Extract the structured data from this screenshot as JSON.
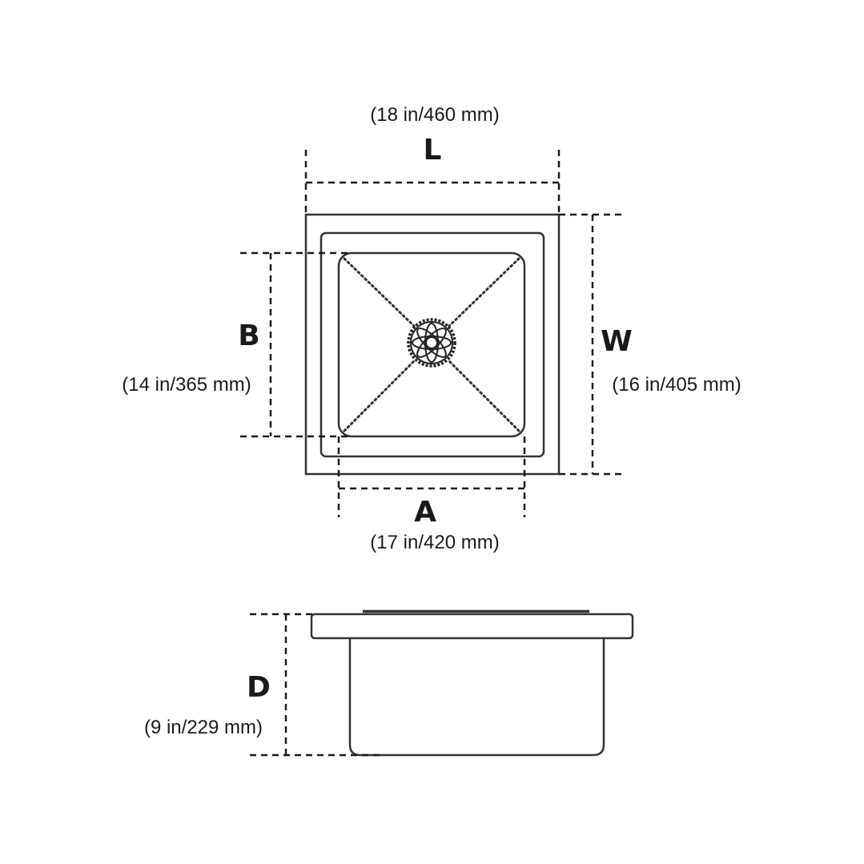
{
  "top_view": {
    "length": {
      "letter": "L",
      "value": "(18 in/460 mm)"
    },
    "width": {
      "letter": "W",
      "value": "(16 in/405 mm)"
    },
    "bowl_width": {
      "letter": "B",
      "value": "(14 in/365 mm)"
    },
    "bowl_length": {
      "letter": "A",
      "value": "(17 in/420 mm)"
    }
  },
  "side_view": {
    "depth": {
      "letter": "D",
      "value": "(9 in/229 mm)"
    }
  }
}
